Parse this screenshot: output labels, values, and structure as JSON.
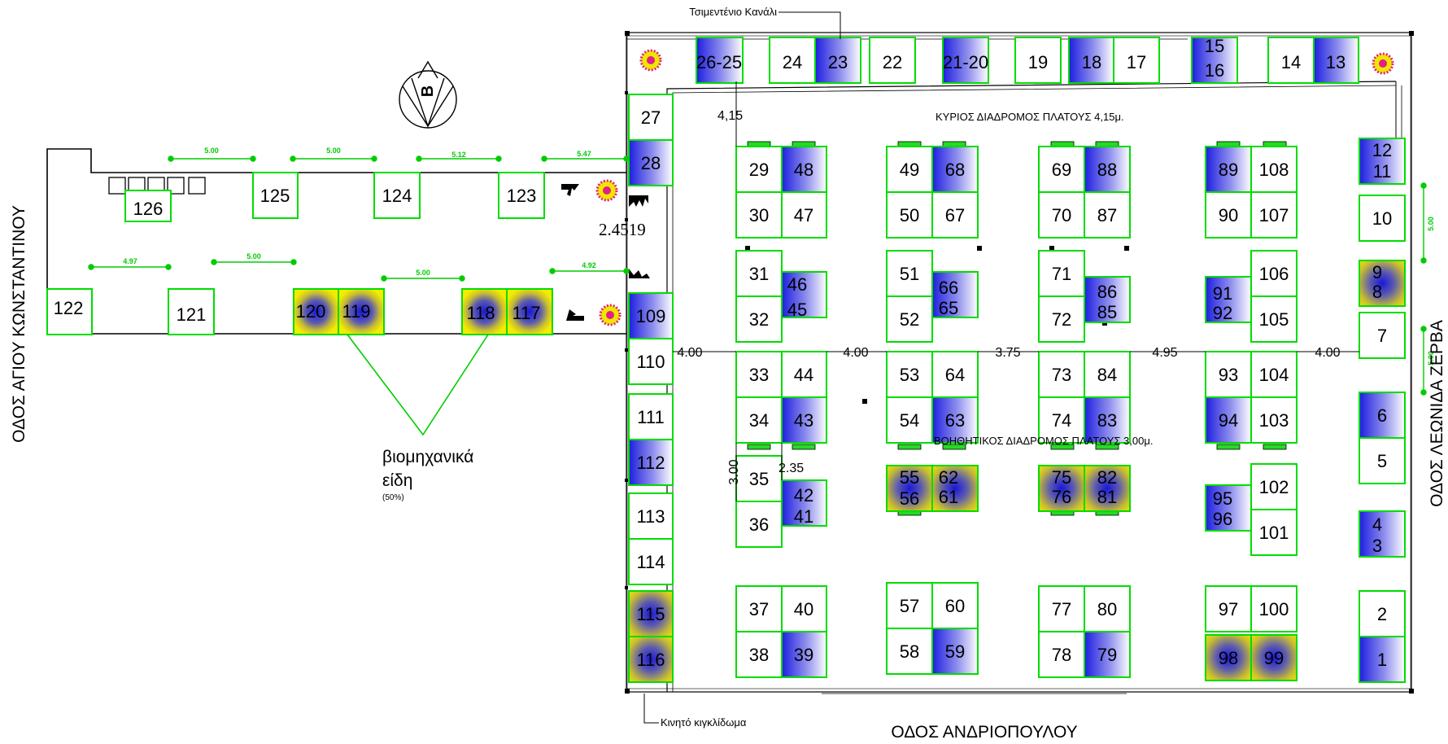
{
  "streets": {
    "west": "ΟΔΟΣ ΑΓΙΟΥ ΚΩΝΣΤΑΝΤΙΝΟΥ",
    "east": "ΟΔΟΣ ΛΕΩΝΙΔΑ ΖΕΡΒΑ",
    "south": "ΟΔΟΣ ΑΝΔΡΙΟΠΟΥΛΟΥ"
  },
  "labels": {
    "canal": "Τσιμεντένιο Κανάλι",
    "gate": "Κινητό κιγκλίδωμα",
    "main_corridor": "ΚΥΡΙΟΣ ΔΙΑΔΡΟΜΟΣ ΠΛΑΤΟΥΣ 4,15μ.",
    "aux_corridor": "ΒΟΗΘΗΤΙΚΟΣ ΔΙΑΔΡΟΜΟΣ ΠΛΑΤΟΥΣ 3,00μ.",
    "industrial_1": "βιομηχανικά",
    "industrial_2": "είδη",
    "industrial_pct": "(50%)",
    "compass": "B"
  },
  "dimensions": {
    "main_415": "4,15",
    "entrance_w": "2.4519",
    "aux_300": "3.00",
    "aux_235": "2.35",
    "gap_1": "4.00",
    "gap_2": "4.00",
    "gap_3": "3.75",
    "gap_4": "4.95",
    "gap_5": "4.00",
    "ext_top_1": "5.00",
    "ext_top_2": "5.00",
    "ext_top_3": "5.12",
    "ext_top_4": "5.47",
    "ext_bot_1": "4.97",
    "ext_bot_2": "5.00",
    "ext_bot_3": "5.00",
    "ext_bot_4": "4.92",
    "east_1": "5.00",
    "east_2": "5.00"
  },
  "booths": {
    "b126": "126",
    "b125": "125",
    "b124": "124",
    "b123": "123",
    "b122": "122",
    "b121": "121",
    "b120": "120",
    "b119": "119",
    "b118": "118",
    "b117": "117",
    "b26_25": "26-25",
    "b24": "24",
    "b23": "23",
    "b22": "22",
    "b21_20": "21-20",
    "b19": "19",
    "b18": "18",
    "b17": "17",
    "b15": "15",
    "b16": "16",
    "b14": "14",
    "b13": "13",
    "b27": "27",
    "b28": "28",
    "b109": "109",
    "b110": "110",
    "b111": "111",
    "b112": "112",
    "b113": "113",
    "b114": "114",
    "b115": "115",
    "b116": "116",
    "b29": "29",
    "b30": "30",
    "b31": "31",
    "b32": "32",
    "b33": "33",
    "b34": "34",
    "b35": "35",
    "b36": "36",
    "b37": "37",
    "b38": "38",
    "b48": "48",
    "b47": "47",
    "b46": "46",
    "b45": "45",
    "b44": "44",
    "b43": "43",
    "b42": "42",
    "b41": "41",
    "b40": "40",
    "b39": "39",
    "b49": "49",
    "b50": "50",
    "b51": "51",
    "b52": "52",
    "b53": "53",
    "b54": "54",
    "b55": "55",
    "b56": "56",
    "b57": "57",
    "b58": "58",
    "b68": "68",
    "b67": "67",
    "b66": "66",
    "b65": "65",
    "b64": "64",
    "b63": "63",
    "b62": "62",
    "b61": "61",
    "b60": "60",
    "b59": "59",
    "b69": "69",
    "b70": "70",
    "b71": "71",
    "b72": "72",
    "b73": "73",
    "b74": "74",
    "b75": "75",
    "b76": "76",
    "b77": "77",
    "b78": "78",
    "b88": "88",
    "b87": "87",
    "b86": "86",
    "b85": "85",
    "b84": "84",
    "b83": "83",
    "b82": "82",
    "b81": "81",
    "b80": "80",
    "b79": "79",
    "b89": "89",
    "b90": "90",
    "b91": "91",
    "b92": "92",
    "b93": "93",
    "b94": "94",
    "b95": "95",
    "b96": "96",
    "b97": "97",
    "b98": "98",
    "b108": "108",
    "b107": "107",
    "b106": "106",
    "b105": "105",
    "b104": "104",
    "b103": "103",
    "b102": "102",
    "b101": "101",
    "b100": "100",
    "b99": "99",
    "b12": "12",
    "b11": "11",
    "b10": "10",
    "b9": "9",
    "b8": "8",
    "b7": "7",
    "b6": "6",
    "b5": "5",
    "b4": "4",
    "b3": "3",
    "b2": "2",
    "b1": "1"
  },
  "colors": {
    "booth_outline": "#00dd00",
    "dimension": "#00cc00",
    "blue_fill": "#2a2ae0",
    "yellow_fill": "#f0e600",
    "building": "#000000"
  }
}
